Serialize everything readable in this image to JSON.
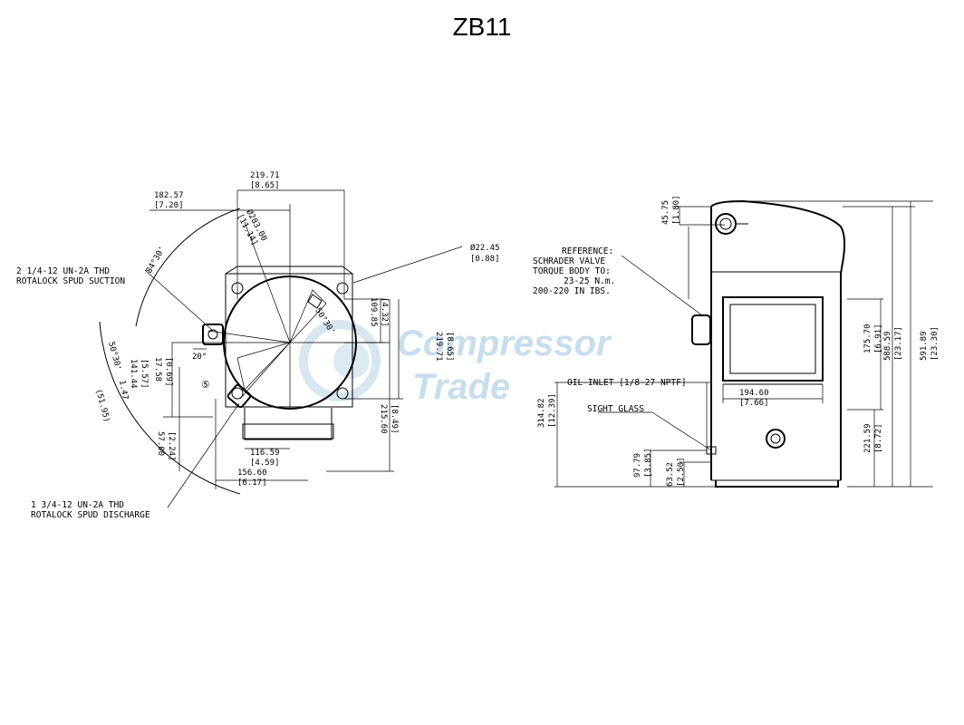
{
  "title": "ZB11",
  "watermark": {
    "line1": "Compressor",
    "line2": "Trade"
  },
  "top_view": {
    "dims": {
      "d182": "182.57",
      "d182i": "[7.20]",
      "d219": "219.71",
      "d219i": "[8.65]",
      "d283": "Ø283.00",
      "d283i": "[11.14]",
      "d22": "Ø22.45",
      "d22i": "[0.88]",
      "d109": "109.85",
      "d109i": "[4.32]",
      "d219b": "219.71",
      "d219bi": "[8.65]",
      "d215": "215.60",
      "d215i": "[8.49]",
      "d116": "116.59",
      "d116i": "[4.59]",
      "d156": "156.60",
      "d156i": "[6.17]",
      "d141": "141.44",
      "d141i": "[5.57]",
      "d17": "17.58",
      "d17i": "[0.69]",
      "d57": "57.00",
      "d57i": "[2.24]",
      "a84": "84°30'",
      "a50a": "50°30'",
      "a50b": "50°30'",
      "a20": "20°",
      "a51": "(51.95)",
      "a51b": "1.47"
    },
    "suction": {
      "line1": "2 1/4-12 UN-2A THD",
      "line2": "ROTALOCK SPUD SUCTION"
    },
    "discharge": {
      "line1": "1 3/4-12 UN-2A THD",
      "line2": "ROTALOCK SPUD DISCHARGE"
    },
    "marker": "⑤"
  },
  "side_view": {
    "reference": {
      "l1": "REFERENCE:",
      "l2": "SCHRADER VALVE",
      "l3": "TORQUE BODY TO:",
      "l4": "23-25 N.m.",
      "l5": "200-220 IN IBS."
    },
    "oil_inlet": "OIL-INLET [1/8-27 NPTF]",
    "sight_glass": "SIGHT GLASS",
    "dims": {
      "d45": "45.75",
      "d45i": "[1.80]",
      "d175": "175.70",
      "d175i": "[6.91]",
      "d588": "588.59",
      "d588i": "[23.17]",
      "d591": "591.89",
      "d591i": "[23.30]",
      "d194": "194.60",
      "d194i": "[7.66]",
      "d314": "314.82",
      "d314i": "[12.39]",
      "d221": "221.59",
      "d221i": "[8.72]",
      "d97": "97.79",
      "d97i": "[3.85]",
      "d63": "63.52",
      "d63i": "[2.50]"
    }
  },
  "colors": {
    "line": "#000000",
    "watermark": "#b7d3e6"
  }
}
